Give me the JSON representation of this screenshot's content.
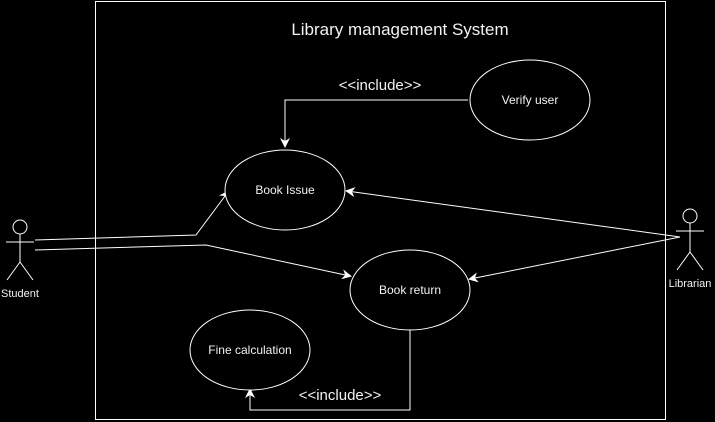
{
  "system": {
    "title": "Library management System"
  },
  "actors": {
    "student": "Student",
    "librarian": "Librarian"
  },
  "use_cases": {
    "verify_user": "Verify user",
    "book_issue": "Book Issue",
    "book_return": "Book return",
    "fine_calculation": "Fine calculation"
  },
  "relations": {
    "include_top": "<<include>>",
    "include_bottom": "<<include>>"
  },
  "colors": {
    "background": "#000000",
    "stroke": "#ffffff",
    "fill": "#000000",
    "text": "#f2f2f2"
  }
}
